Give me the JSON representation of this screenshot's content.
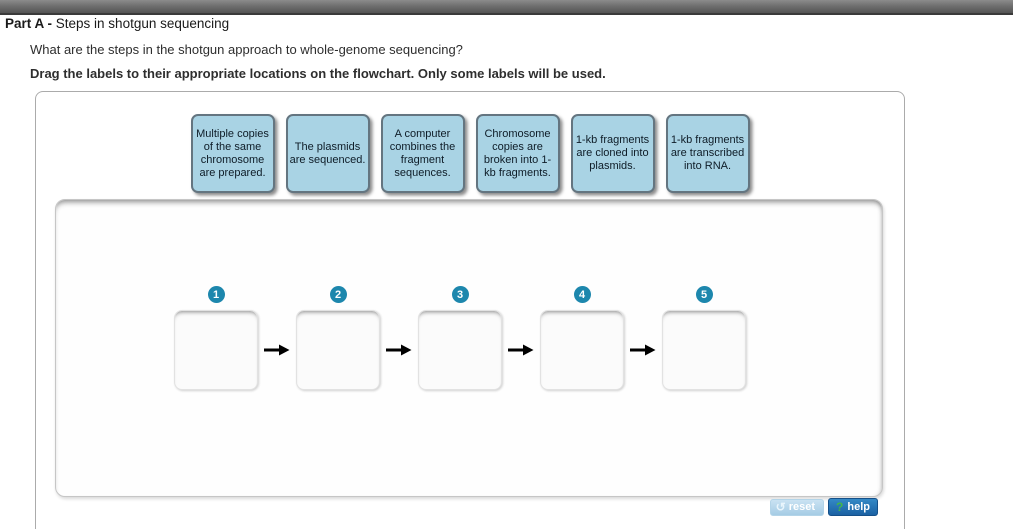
{
  "header": {
    "part_label": "Part A -",
    "part_title": "Steps in shotgun sequencing"
  },
  "question": "What are the steps in the shotgun approach to whole-genome sequencing?",
  "instruction": "Drag the labels to their appropriate locations on the flowchart. Only some labels will be used.",
  "label_bank": {
    "labels": [
      "Multiple copies of the same chromosome are prepared.",
      "The plasmids are sequenced.",
      "A computer combines the fragment sequences.",
      "Chromosome copies are broken into 1-kb fragments.",
      "1-kb fragments are cloned into plasmids.",
      "1-kb fragments are transcribed into RNA."
    ]
  },
  "flowchart": {
    "steps": [
      {
        "number": "1"
      },
      {
        "number": "2"
      },
      {
        "number": "3"
      },
      {
        "number": "4"
      },
      {
        "number": "5"
      }
    ]
  },
  "buttons": {
    "reset_icon": "↺",
    "reset_label": "reset",
    "help_icon": "?",
    "help_label": "help"
  },
  "colors": {
    "drag_label_fill": "#a9d3e4",
    "step_badge": "#1d87ad",
    "help_button_blue": "#1b61a3",
    "reset_button_blue": "#a5cce5",
    "top_bar_gray": "#6f6f6f"
  }
}
